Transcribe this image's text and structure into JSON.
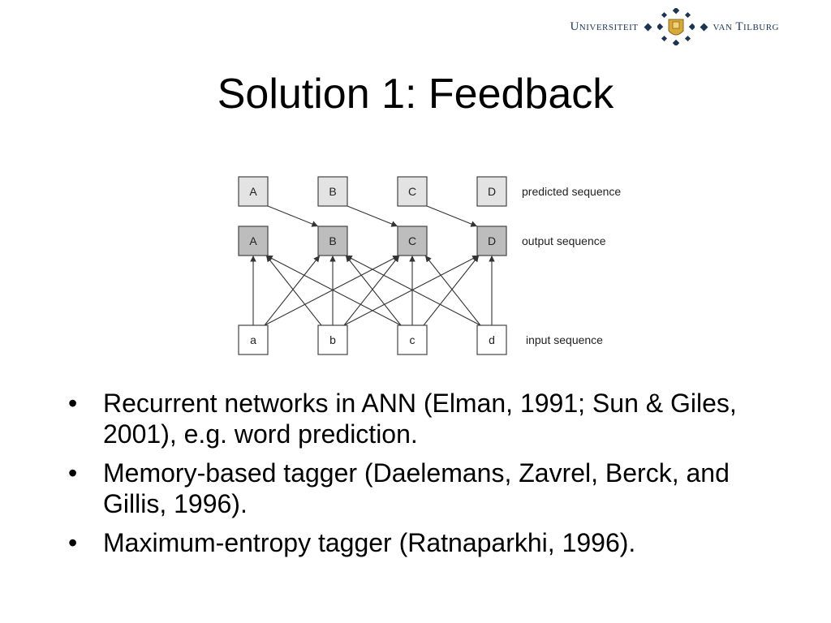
{
  "logo": {
    "left_text": "Universiteit",
    "right_text": "van Tilburg"
  },
  "slide": {
    "title": "Solution 1: Feedback"
  },
  "diagram": {
    "predicted": [
      "A",
      "B",
      "C",
      "D"
    ],
    "output": [
      "A",
      "B",
      "C",
      "D"
    ],
    "input": [
      "a",
      "b",
      "c",
      "d"
    ],
    "labels": {
      "predicted": "predicted sequence",
      "output": "output sequence",
      "input": "input sequence"
    },
    "colors": {
      "predicted_fill": "#e3e3e3",
      "output_fill": "#bdbdbd",
      "input_fill": "#ffffff",
      "stroke": "#444444"
    }
  },
  "bullets": {
    "marker": "•",
    "items": [
      "Recurrent networks in ANN (Elman, 1991; Sun & Giles, 2001), e.g. word prediction.",
      "Memory-based tagger (Daelemans, Zavrel, Berck, and Gillis, 1996).",
      "Maximum-entropy tagger (Ratnaparkhi, 1996)."
    ]
  }
}
